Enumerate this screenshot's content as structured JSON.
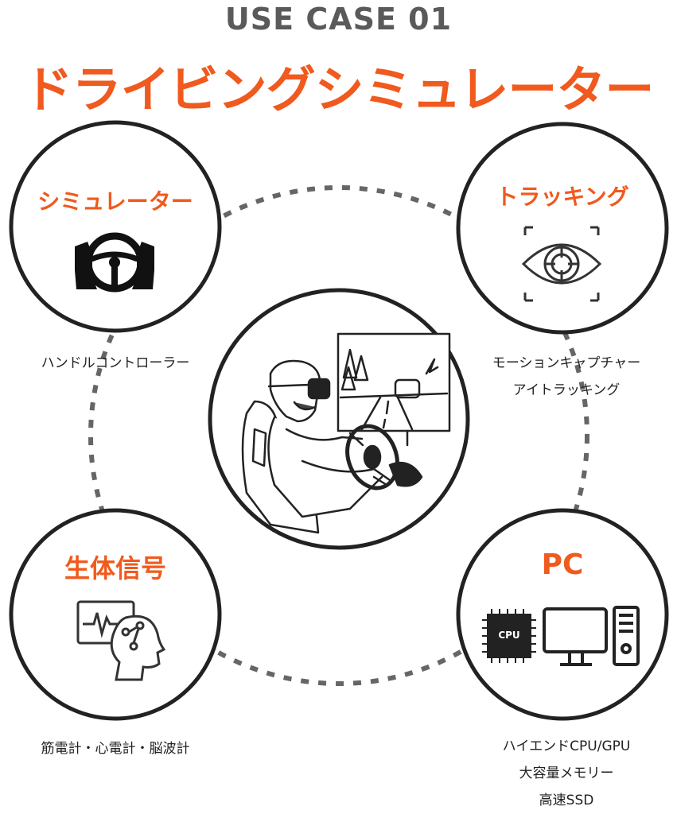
{
  "header": {
    "eyebrow": "USE CASE 01",
    "headline": "ドライビングシミュレーター"
  },
  "nodes": {
    "simulator": {
      "title": "シミュレーター",
      "caption": [
        "ハンドルコントローラー"
      ],
      "icon": "steering-wheel-icon"
    },
    "tracking": {
      "title": "トラッキング",
      "caption": [
        "モーションキャプチャー",
        "アイトラッキング"
      ],
      "icon": "eye-target-icon"
    },
    "biosignal": {
      "title": "生体信号",
      "caption": [
        "筋電計・心電計・脳波計"
      ],
      "icon": "brain-monitor-icon"
    },
    "pc": {
      "title": "PC",
      "caption": [
        "ハイエンドCPU/GPU",
        "大容量メモリー",
        "高速SSD"
      ],
      "icon": "computer-icon",
      "chip_label": "CPU"
    }
  },
  "center": {
    "icon": "vr-driving-illustration"
  },
  "colors": {
    "accent": "#f05a1e",
    "eyebrow": "#5a5a5a",
    "line": "#222222",
    "dash": "#666666"
  }
}
